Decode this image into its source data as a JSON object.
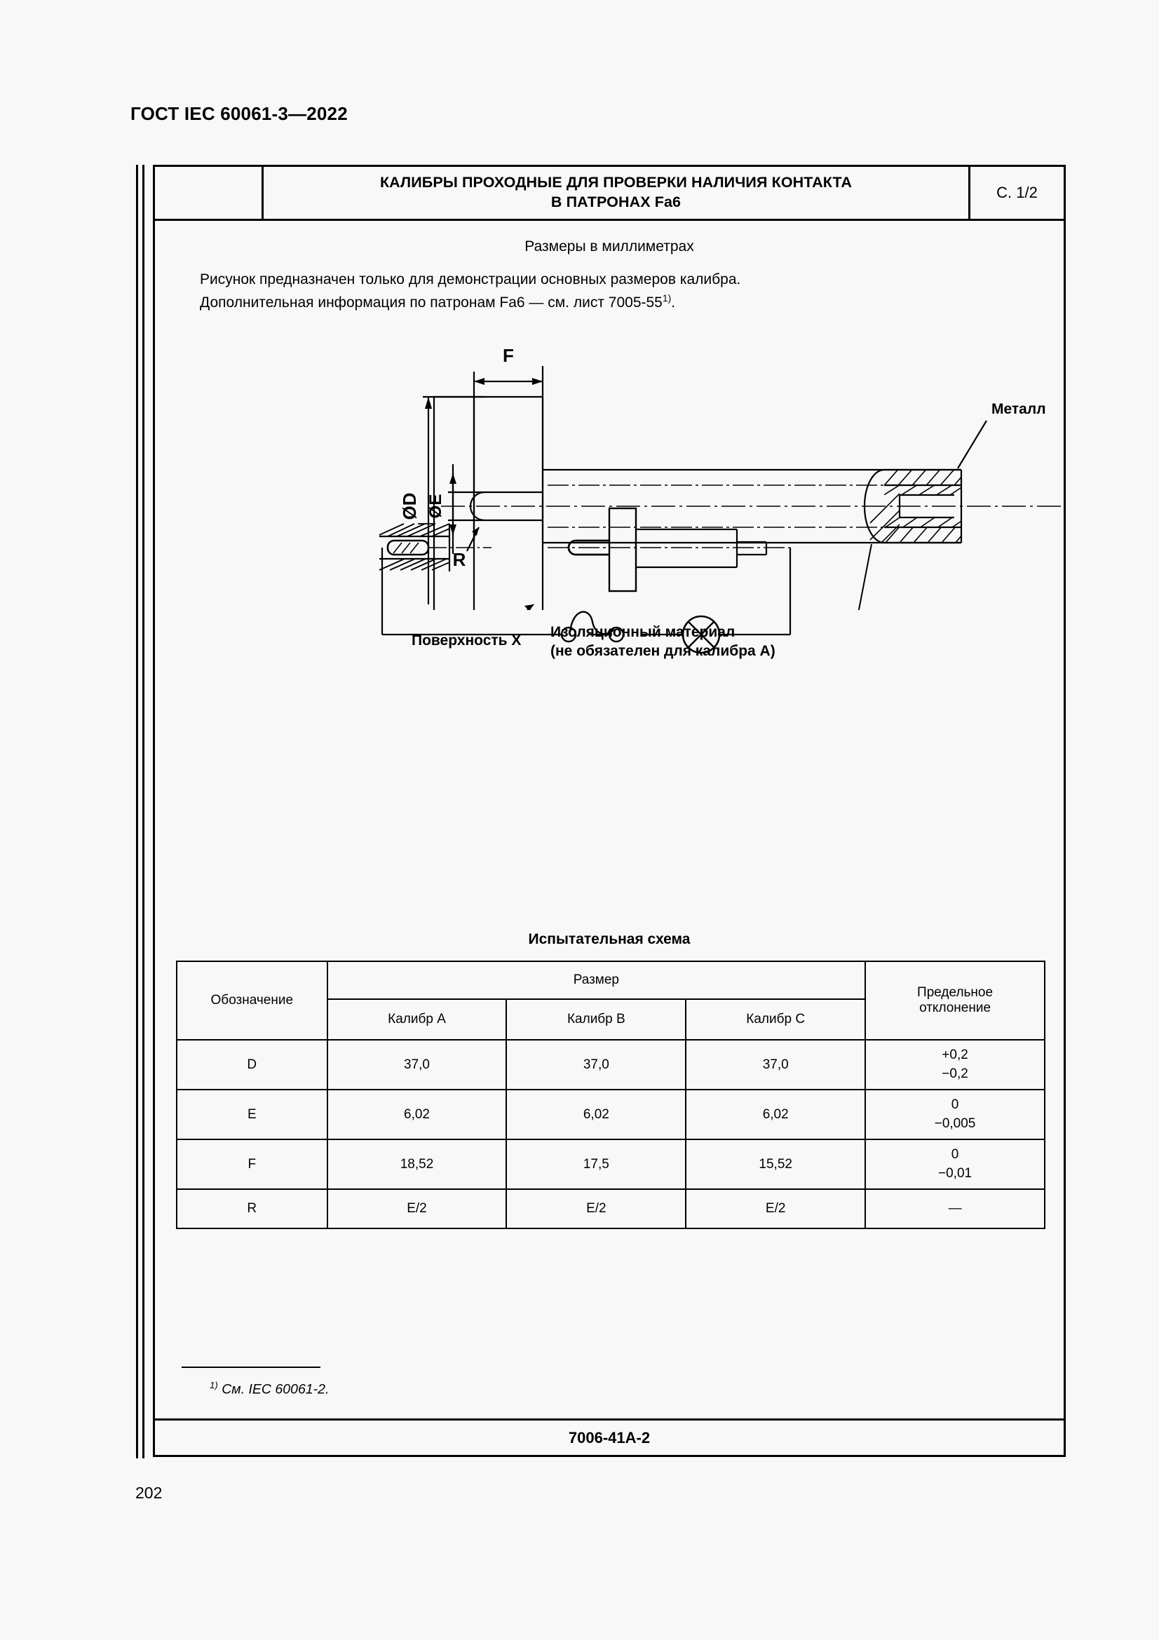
{
  "document": {
    "running_head": "ГОСТ IEC 60061-3—2022",
    "page_number": "202"
  },
  "sheet": {
    "title_line1": "КАЛИБРЫ ПРОХОДНЫЕ ДЛЯ ПРОВЕРКИ НАЛИЧИЯ КОНТАКТА",
    "title_line2": "В ПАТРОНАХ Fa6",
    "page_indicator": "С. 1/2",
    "units_note": "Размеры в миллиметрах",
    "intro_line1": "Рисунок предназначен только для демонстрации основных размеров калибра.",
    "intro_line2_a": "Дополнительная информация по патронам Fa6 — см. лист 7005-55",
    "intro_line2_sup": "1)",
    "intro_line2_b": ".",
    "footnote_sup": "1)",
    "footnote_text": " См. IEC 60061-2.",
    "sheet_code": "7006-41A-2"
  },
  "drawing": {
    "dim_f": "F",
    "dim_d": "ØD",
    "dim_e": "ØE",
    "dim_r": "R",
    "label_metal": "Металл",
    "label_surface": "Поверхность X",
    "label_insul_line1": "Изоляционный материал",
    "label_insul_line2": "(не обязателен для калибра A)",
    "caption_circuit": "Испытательная схема"
  },
  "table": {
    "col_designation": "Обозначение",
    "col_size_group": "Размер",
    "col_gauge_a": "Калибр A",
    "col_gauge_b": "Калибр B",
    "col_gauge_c": "Калибр C",
    "col_deviation_line1": "Предельное",
    "col_deviation_line2": "отклонение",
    "rows": [
      {
        "designation": "D",
        "gauge_a": "37,0",
        "gauge_b": "37,0",
        "gauge_c": "37,0",
        "dev_upper": "+0,2",
        "dev_lower": "−0,2"
      },
      {
        "designation": "E",
        "gauge_a": "6,02",
        "gauge_b": "6,02",
        "gauge_c": "6,02",
        "dev_upper": "0",
        "dev_lower": "−0,005"
      },
      {
        "designation": "F",
        "gauge_a": "18,52",
        "gauge_b": "17,5",
        "gauge_c": "15,52",
        "dev_upper": "0",
        "dev_lower": "−0,01"
      },
      {
        "designation": "R",
        "gauge_a": "E/2",
        "gauge_b": "E/2",
        "gauge_c": "E/2",
        "dev_upper": "—",
        "dev_lower": ""
      }
    ]
  }
}
